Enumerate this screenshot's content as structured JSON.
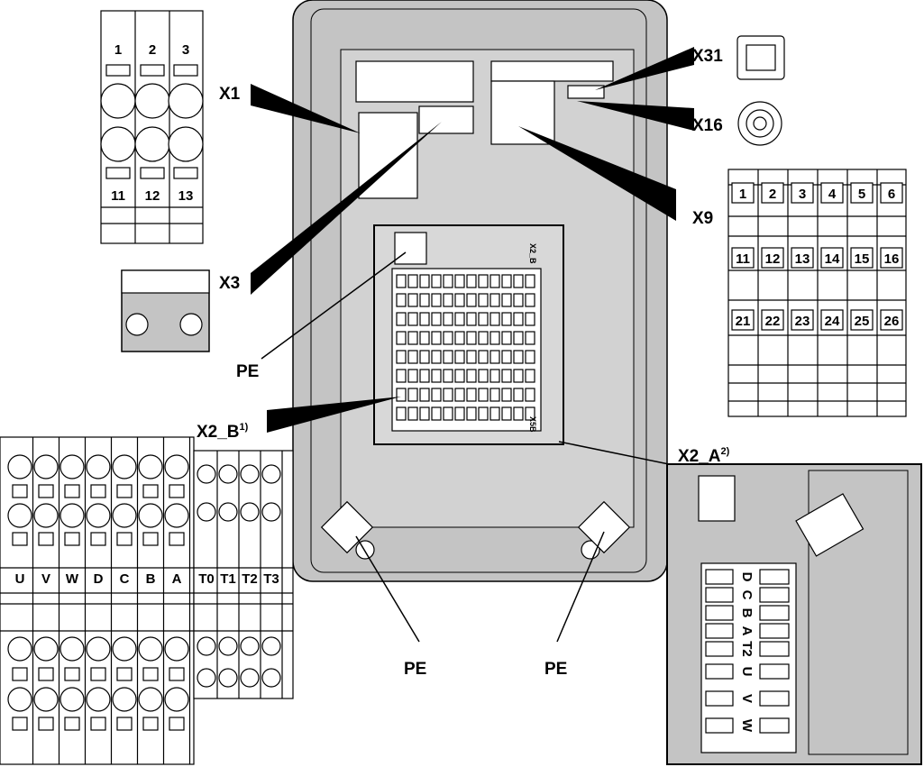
{
  "labels": {
    "x1": "X1",
    "x3": "X3",
    "pe_left": "PE",
    "x2b": "X2_B",
    "x2b_sup": "1)",
    "x31": "X31",
    "x16": "X16",
    "x9": "X9",
    "x2a": "X2_A",
    "x2a_sup": "2)",
    "pe_bottom_left": "PE",
    "pe_bottom_right": "PE",
    "x2_b_board": "X2_B",
    "x5b_board": "X5B"
  },
  "x1_terminals": {
    "top": [
      "1",
      "2",
      "3"
    ],
    "bottom": [
      "11",
      "12",
      "13"
    ]
  },
  "x9_terminals": [
    [
      "1",
      "2",
      "3",
      "4",
      "5",
      "6"
    ],
    [
      "11",
      "12",
      "13",
      "14",
      "15",
      "16"
    ],
    [
      "21",
      "22",
      "23",
      "24",
      "25",
      "26"
    ]
  ],
  "x2b_terminals": {
    "power": [
      "U",
      "V",
      "W",
      "D",
      "C",
      "B",
      "A"
    ],
    "temp": [
      "T0",
      "T1",
      "T2",
      "T3"
    ]
  },
  "x2a_terminals": [
    "D",
    "C",
    "B",
    "A",
    "T2",
    "U",
    "V",
    "W"
  ],
  "colors": {
    "housing": "#c4c4c4",
    "line": "#000000",
    "background": "#ffffff"
  }
}
